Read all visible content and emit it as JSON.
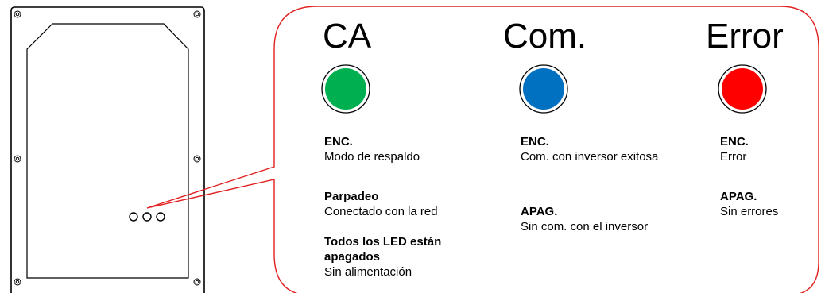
{
  "device": {
    "leds": [
      {
        "name": "CA",
        "color": "#00b050"
      },
      {
        "name": "Com.",
        "color": "#0070c0"
      },
      {
        "name": "Error",
        "color": "#ff0000"
      }
    ]
  },
  "callout": {
    "border_color": "#e02020",
    "columns": [
      {
        "title": "CA",
        "color": "#00b050",
        "states": [
          {
            "state": "ENC.",
            "desc": "Modo de respaldo"
          },
          {
            "state": "Parpadeo",
            "desc": "Conectado con la red"
          },
          {
            "state": "Todos los LED están apagados",
            "desc": "Sin alimentación"
          }
        ]
      },
      {
        "title": "Com.",
        "color": "#0070c0",
        "states": [
          {
            "state": "ENC.",
            "desc": "Com. con inversor exitosa"
          },
          {
            "state": "APAG.",
            "desc": "Sin com. con el inversor"
          }
        ]
      },
      {
        "title": "Error",
        "color": "#ff0000",
        "states": [
          {
            "state": "ENC.",
            "desc": "Error"
          },
          {
            "state": "APAG.",
            "desc": "Sin errores"
          }
        ]
      }
    ]
  }
}
